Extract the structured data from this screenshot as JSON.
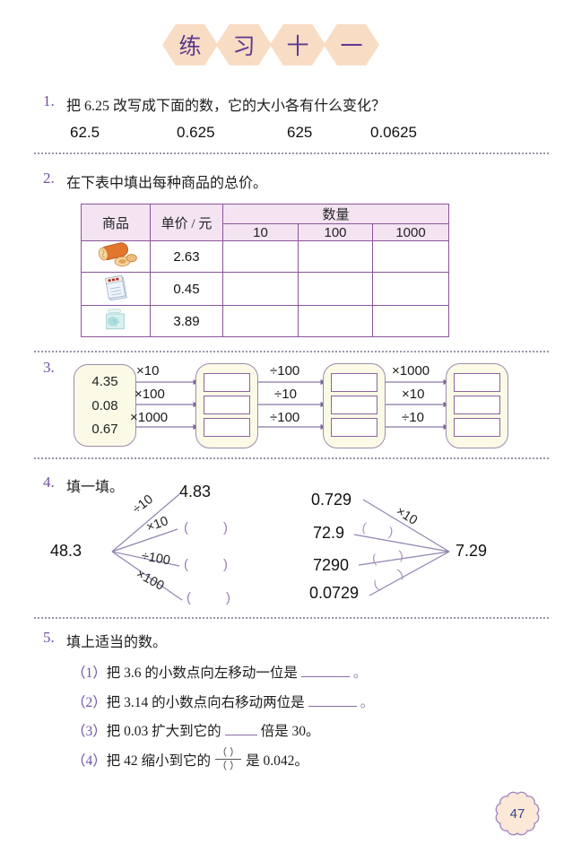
{
  "title": {
    "chars": [
      "练",
      "习",
      "十",
      "一"
    ]
  },
  "colors": {
    "table_border": "#8a549a",
    "header_lavender": "#f4e4f2",
    "box_cream": "#fbfae6",
    "hexagon_peach": "#f8dcc4",
    "title_purple": "#5c3a8e",
    "question_number_purple": "#7050a8",
    "diagram_line_purple": "#8677a6",
    "badge_peach": "#fce8d6"
  },
  "q1": {
    "num": "1.",
    "text": "把 6.25 改写成下面的数，它的大小各有什么变化？",
    "options": [
      "62.5",
      "0.625",
      "625",
      "0.0625"
    ]
  },
  "q2": {
    "num": "2.",
    "text": "在下表中填出每种商品的总价。",
    "table": {
      "col_item": "商品",
      "col_price": "单价 / 元",
      "col_group": "数量",
      "subcols": [
        "10",
        "100",
        "1000"
      ],
      "rows": [
        {
          "icon": "bread-roll",
          "price": "2.63"
        },
        {
          "icon": "notebook",
          "price": "0.45"
        },
        {
          "icon": "handkerchief",
          "price": "3.89"
        }
      ]
    }
  },
  "q3": {
    "num": "3.",
    "source": [
      "4.35",
      "0.08",
      "0.67"
    ],
    "stage1": [
      "×10",
      "×100",
      "×1000"
    ],
    "stage2": [
      "÷100",
      "÷10",
      "÷100"
    ],
    "stage3": [
      "×1000",
      "×10",
      "÷10"
    ]
  },
  "q4": {
    "num": "4.",
    "label": "填一填。",
    "left": {
      "source": "48.3",
      "branch_labels": [
        "÷10",
        "×10",
        "÷100",
        "×100"
      ],
      "target0": "4.83",
      "blank": "(      )"
    },
    "right": {
      "sources": [
        "0.729",
        "72.9",
        "7290",
        "0.0729"
      ],
      "top_label": "×10",
      "mid_blank": "(    )",
      "target": "7.29"
    }
  },
  "q5": {
    "num": "5.",
    "label": "填上适当的数。",
    "items": [
      {
        "num": "（1）",
        "pre": "把 3.6 的小数点向左移动一位是",
        "suf": "。"
      },
      {
        "num": "（2）",
        "pre": "把 3.14 的小数点向右移动两位是",
        "suf": "。"
      },
      {
        "num": "（3）",
        "pre": "把 0.03 扩大到它的",
        "suf": "倍是 30。"
      },
      {
        "num": "（4）",
        "pre": "把 42 缩小到它的",
        "frac_top": "（ ）",
        "frac_bottom": "（ ）",
        "suf": "是 0.042。"
      }
    ]
  },
  "page_number": "47"
}
